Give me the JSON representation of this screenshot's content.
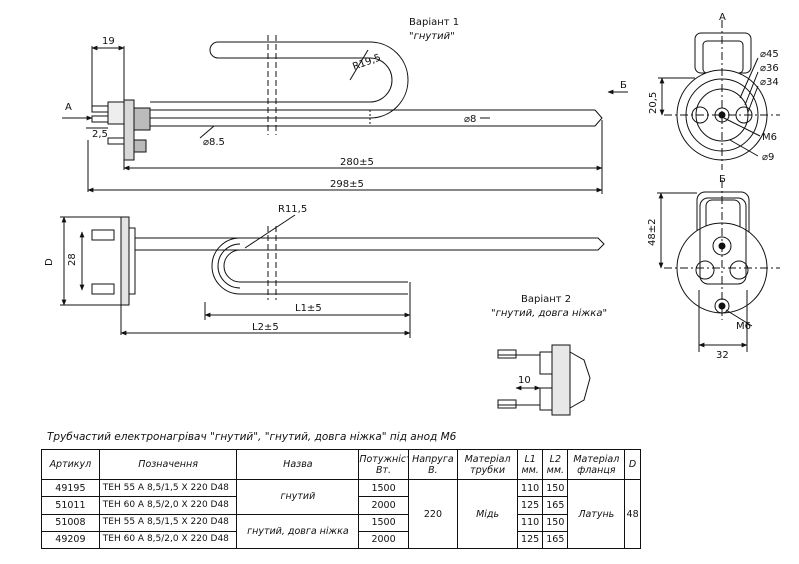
{
  "variant1": {
    "title": "Варіант 1",
    "subtitle": "\"гнутий\""
  },
  "variant2": {
    "title": "Варіант 2",
    "subtitle": "\"гнутий, довга ніжка\""
  },
  "dims": {
    "d19": "19",
    "r195": "R19,5",
    "d25": "2,5",
    "phi85": "⌀8.5",
    "phi8": "⌀8",
    "l280": "280±5",
    "l298": "298±5",
    "a_mark": "А",
    "b_mark": "Б",
    "r115": "R11,5",
    "d_mark": "D",
    "d28": "28",
    "l1": "L1±5",
    "l2": "L2±5",
    "d10": "10",
    "phi45": "⌀45",
    "phi36": "⌀36",
    "phi34": "⌀34",
    "d205": "20,5",
    "m6a": "M6",
    "phi9": "⌀9",
    "d48": "48±2",
    "m6b": "M6",
    "d32": "32"
  },
  "caption": "Трубчастий електронагрівач \"гнутий\", \"гнутий, довга ніжка\" під анод М6",
  "table": {
    "headers": {
      "article": "Артикул",
      "designation": "Позначення",
      "name": "Назва",
      "power1": "Потужність",
      "power2": "Вт.",
      "voltage1": "Напруга",
      "voltage2": "В.",
      "tube1": "Матеріал",
      "tube2": "трубки",
      "l1a": "L1",
      "l1b": "мм.",
      "l2a": "L2",
      "l2b": "мм.",
      "flange1": "Матеріал",
      "flange2": "фланця",
      "d": "D"
    },
    "rows": [
      {
        "article": "49195",
        "designation": "ТЕН 55 А 8,5/1,5 Х 220 D48",
        "power": "1500",
        "l1": "110",
        "l2": "150"
      },
      {
        "article": "51011",
        "designation": "ТЕН 60 А 8,5/2,0 Х 220 D48",
        "power": "2000",
        "l1": "125",
        "l2": "165"
      },
      {
        "article": "51008",
        "designation": "ТЕН 55 А 8,5/1,5 Х 220 D48",
        "power": "1500",
        "l1": "110",
        "l2": "150"
      },
      {
        "article": "49209",
        "designation": "ТЕН 60 А 8,5/2,0 Х 220 D48",
        "power": "2000",
        "l1": "125",
        "l2": "165"
      }
    ],
    "name_group1": "гнутий",
    "name_group2": "гнутий, довга ніжка",
    "voltage": "220",
    "tube_material": "Мідь",
    "flange_material": "Латунь",
    "d_value": "48"
  }
}
